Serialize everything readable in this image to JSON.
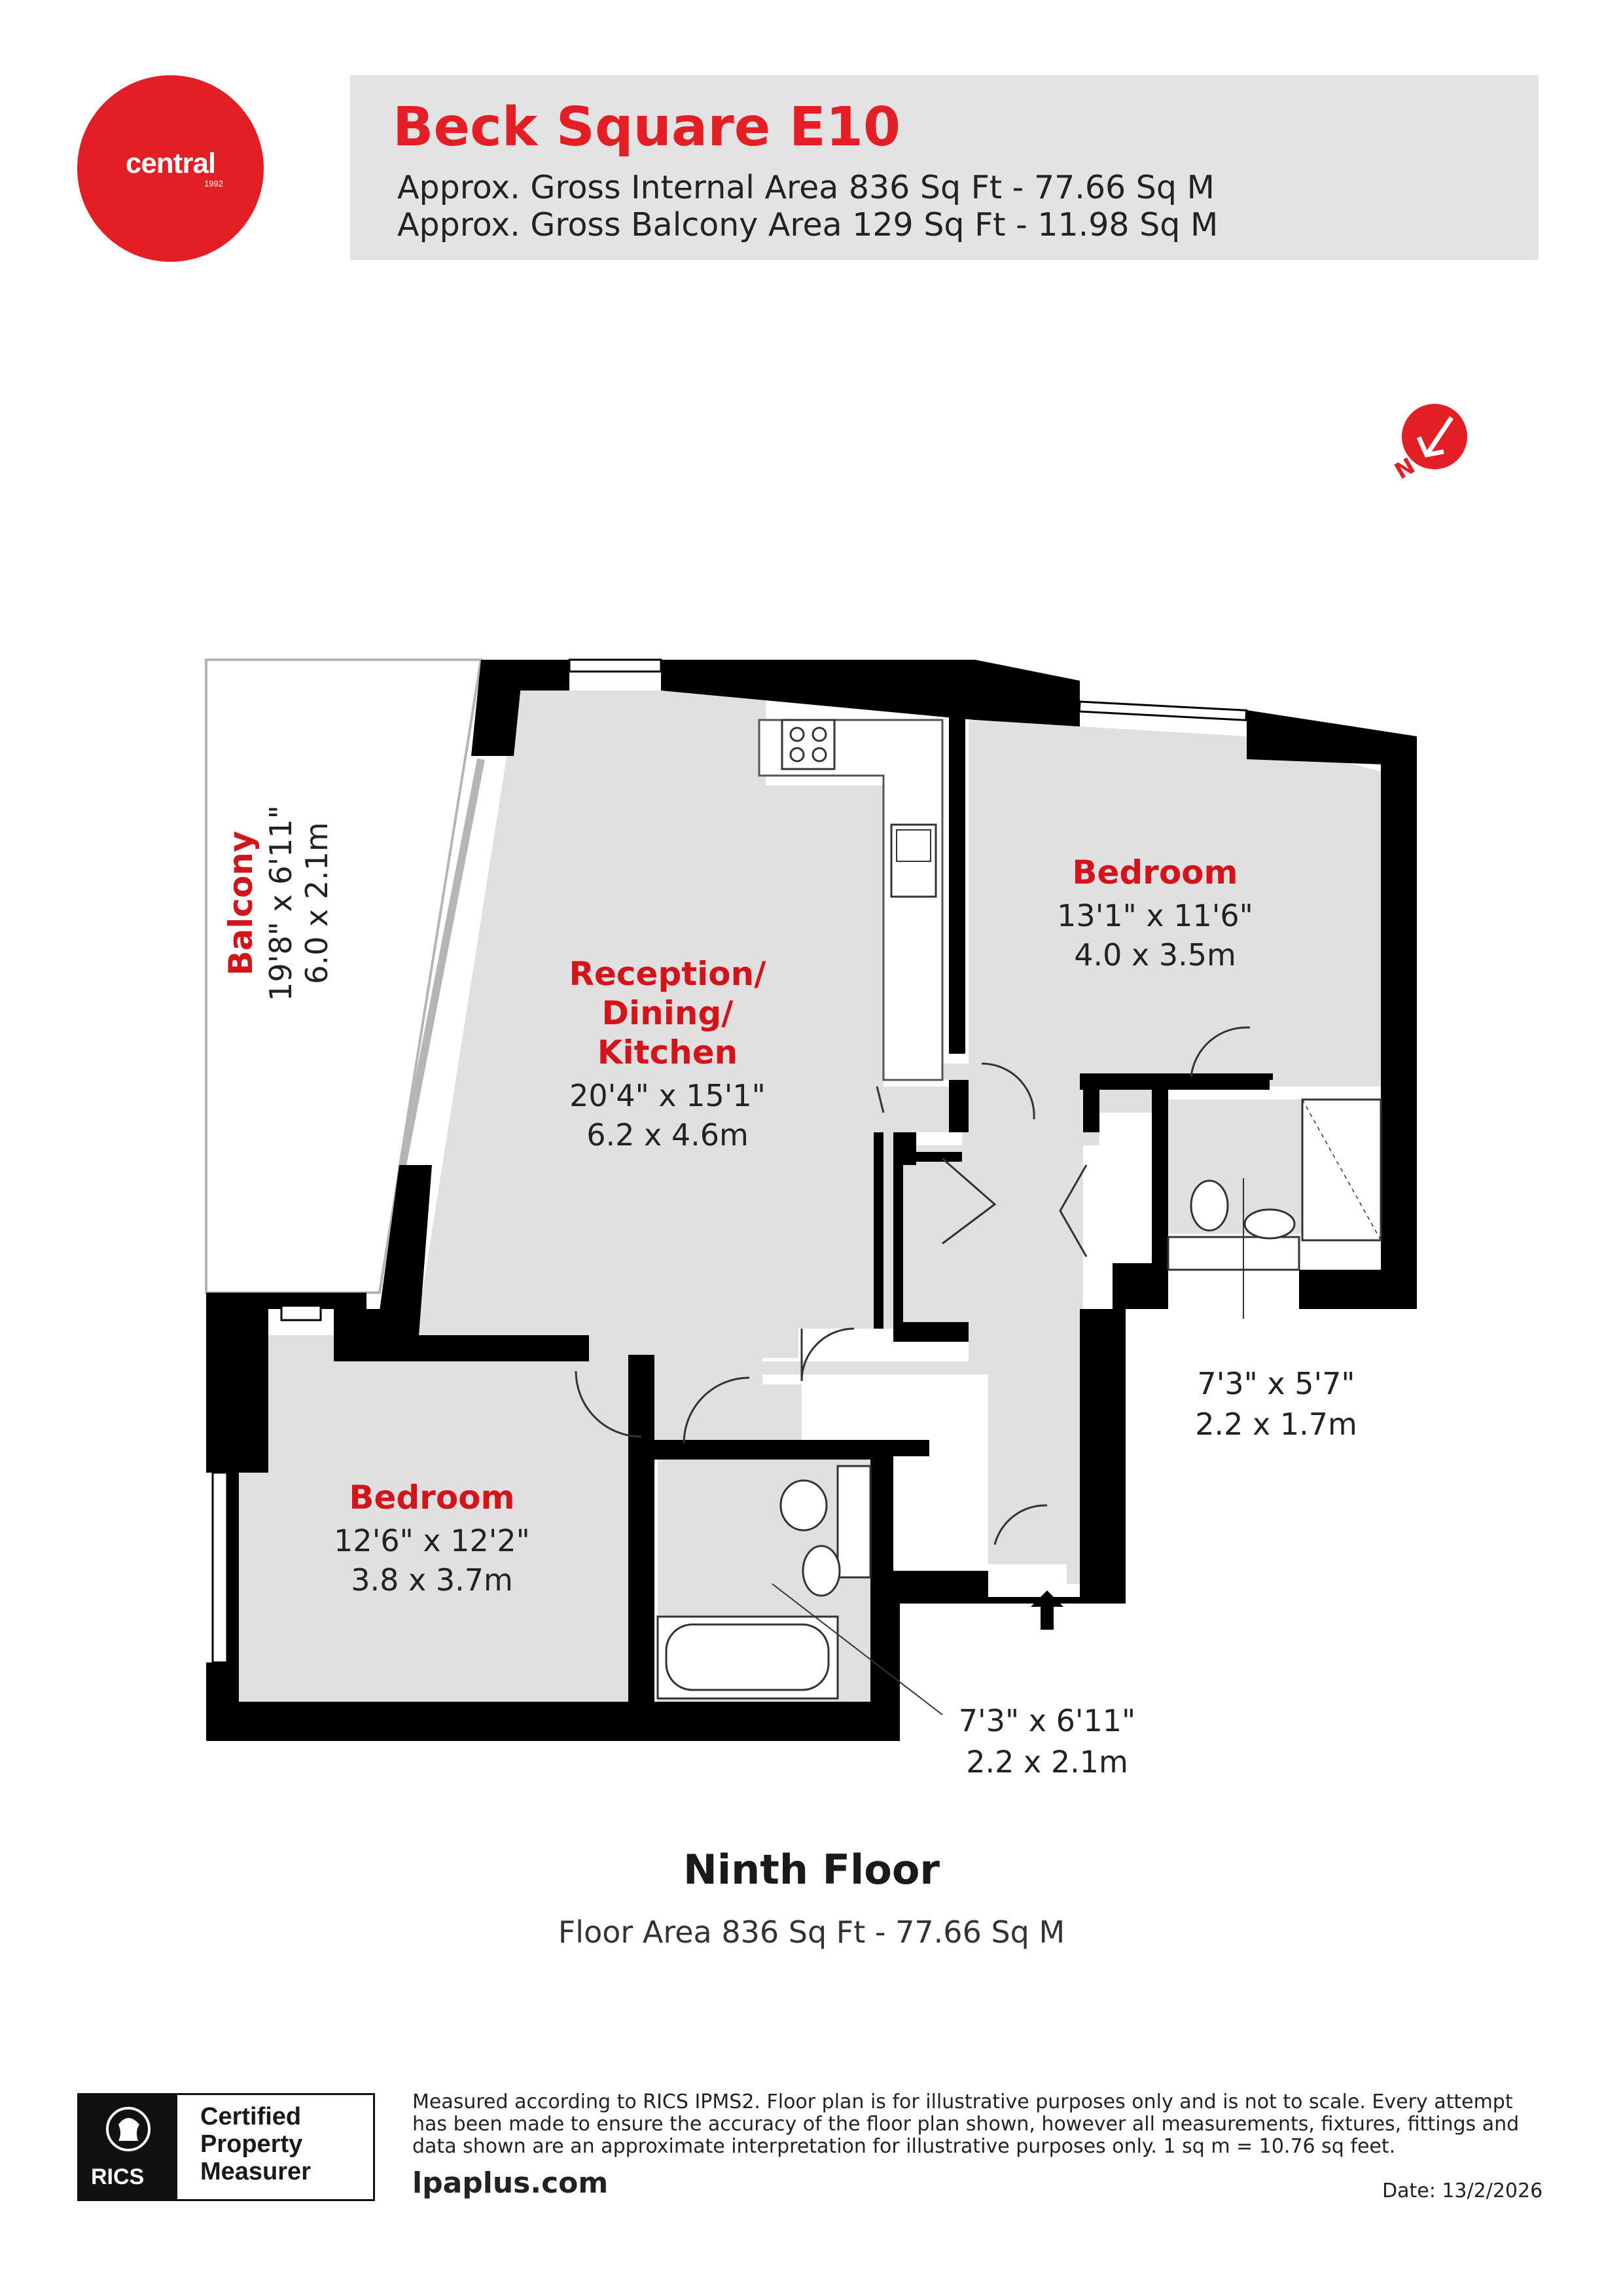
{
  "brand": {
    "name": "central",
    "year": "1992"
  },
  "header": {
    "title": "Beck Square E10",
    "gross_internal_area": "Approx. Gross Internal Area 836 Sq Ft - 77.66 Sq M",
    "gross_balcony_area": "Approx. Gross Balcony Area 129 Sq Ft - 11.98 Sq M"
  },
  "compass": {
    "label": "N"
  },
  "rooms": {
    "balcony": {
      "name": "Balcony",
      "dim_imperial": "19'8\" x 6'11\"",
      "dim_metric": "6.0 x 2.1m"
    },
    "reception": {
      "name_1": "Reception/",
      "name_2": "Dining/",
      "name_3": "Kitchen",
      "dim_imperial": "20'4\" x 15'1\"",
      "dim_metric": "6.2 x 4.6m"
    },
    "bedroom_1": {
      "name": "Bedroom",
      "dim_imperial": "13'1\" x 11'6\"",
      "dim_metric": "4.0 x 3.5m"
    },
    "bedroom_2": {
      "name": "Bedroom",
      "dim_imperial": "12'6\" x 12'2\"",
      "dim_metric": "3.8 x 3.7m"
    },
    "ensuite": {
      "dim_imperial": "7'3\" x 5'7\"",
      "dim_metric": "2.2 x 1.7m"
    },
    "bathroom": {
      "dim_imperial": "7'3\" x 6'11\"",
      "dim_metric": "2.2 x 2.1m"
    }
  },
  "floor": {
    "name": "Ninth Floor",
    "area": "Floor Area 836 Sq Ft - 77.66 Sq M"
  },
  "footer": {
    "rics_word": "RICS",
    "cert_1": "Certified",
    "cert_2": "Property",
    "cert_3": "Measurer",
    "disclaimer": "Measured according to RICS IPMS2. Floor plan is for illustrative purposes only and is not to scale. Every attempt has been made to ensure the accuracy of the floor plan shown, however all measurements, fixtures, fittings and data shown are an approximate interpretation for illustrative purposes only. 1 sq m = 10.76 sq feet.",
    "website": "lpaplus.com",
    "date": "Date: 13/2/2026"
  },
  "colors": {
    "brand_red": "#e31e24",
    "wall": "#000000",
    "floor_fill": "#e0e0e0",
    "header_bg": "#e3e3e3"
  }
}
